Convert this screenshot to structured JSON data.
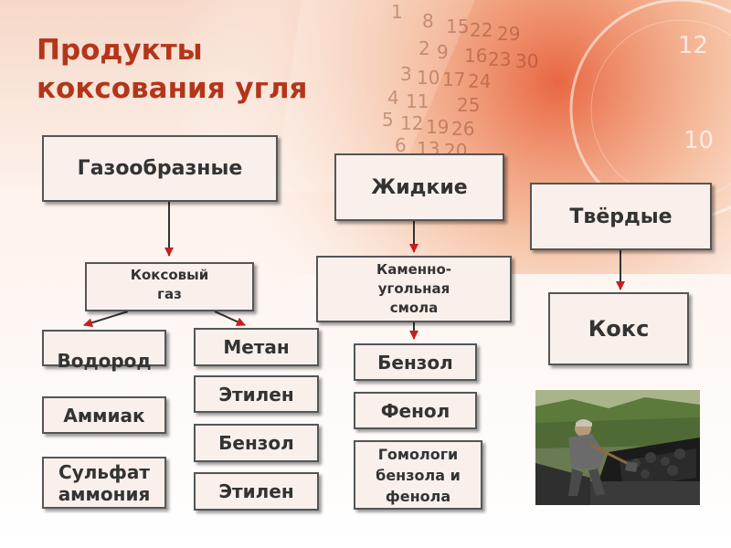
{
  "slide": {
    "title_line1": "Продукты",
    "title_line2": "коксования угля"
  },
  "categories": {
    "gas": {
      "label": "Газообразные",
      "sub_line1": "Коксовый",
      "sub_line2": "газ",
      "left_products": [
        "Водород",
        "Аммиак"
      ],
      "left_product_3_line1": "Сульфат",
      "left_product_3_line2": "аммония",
      "right_products": [
        "Метан",
        "Этилен",
        "Бензол",
        "Этилен"
      ]
    },
    "liquid": {
      "label": "Жидкие",
      "sub_line1": "Каменно-",
      "sub_line2": "угольная",
      "sub_line3": "смола",
      "products": [
        "Бензол",
        "Фенол"
      ],
      "product_3_line1": "Гомологи",
      "product_3_line2": "бензола и",
      "product_3_line3": "фенола"
    },
    "solid": {
      "label": "Твёрдые",
      "product": "Кокс"
    }
  },
  "background_calendar_numbers": [
    "1",
    "8",
    "15",
    "22",
    "29",
    "2",
    "9",
    "16",
    "23",
    "30",
    "3",
    "10",
    "17",
    "24",
    "4",
    "11",
    "25",
    "5",
    "12",
    "19",
    "26",
    "6",
    "13",
    "20",
    "12",
    "10"
  ],
  "colors": {
    "title": "#b3361a",
    "box_fill": "#f9f0ec",
    "box_border": "#555555",
    "arrow": "#c81e1e",
    "box_text": "#333333"
  }
}
